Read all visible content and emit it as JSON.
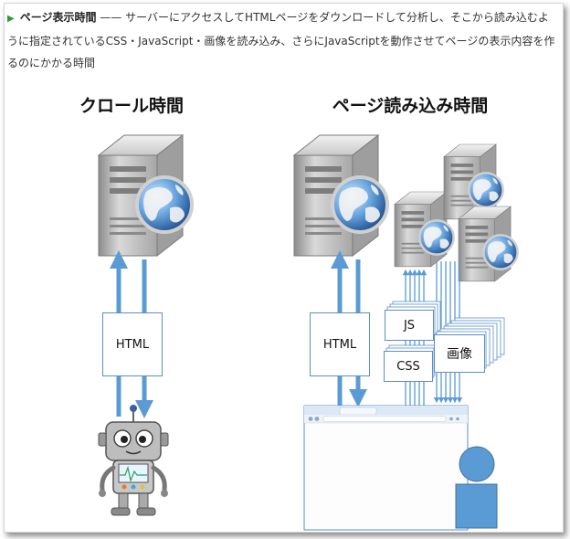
{
  "intro": {
    "bullet": "▶",
    "term": "ページ表示時間",
    "dash": "——",
    "text": "サーバーにアクセスしてHTMLページをダウンロードして分析し、そこから読み込むように指定されているCSS・JavaScript・画像を読み込み、さらにJavaScriptを動作させてページの表示内容を作るのにかかる時間"
  },
  "left": {
    "title": "クロール時間",
    "box": "HTML"
  },
  "right": {
    "title": "ページ読み込み時間",
    "html_box": "HTML",
    "js_box": "JS",
    "css_box": "CSS",
    "image_box": "画像"
  },
  "colors": {
    "arrow": "#5b9bd5",
    "box_border": "#5b8fc6",
    "person": "#5b9bd5",
    "server": "#b8b8b8"
  }
}
